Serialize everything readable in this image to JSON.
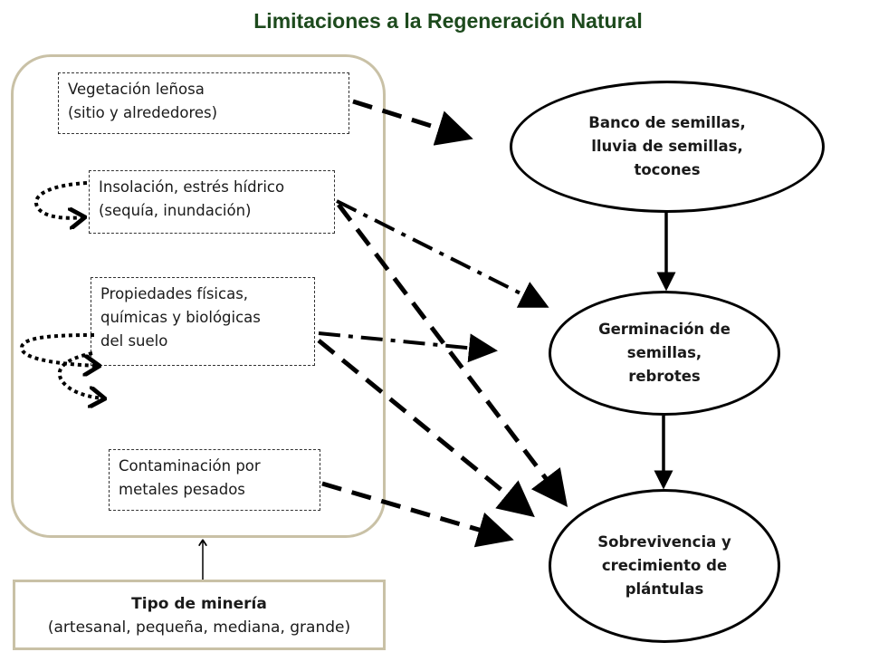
{
  "title": "Limitaciones a la Regeneración Natural",
  "factors": [
    {
      "label": "Vegetación leñosa\n(sitio y alrededores)"
    },
    {
      "label": "Insolación, estrés hídrico\n(sequía, inundación)"
    },
    {
      "label": "Propiedades físicas,\nquímicas y biológicas\ndel suelo"
    },
    {
      "label": "Contaminación por\nmetales pesados"
    }
  ],
  "stages": [
    {
      "label": "Banco de semillas,\nlluvia de semillas,\ntocones"
    },
    {
      "label": "Germinación de\nsemillas,\nrebrotes"
    },
    {
      "label": "Sobrevivencia y\ncrecimiento de\nplántulas"
    }
  ],
  "source": {
    "title": "Tipo de minería",
    "detail": "(artesanal, pequeña, mediana, grande)"
  },
  "colors": {
    "title": "#1d4a1d",
    "frame": "#c9c1a6",
    "arrow": "#000000"
  }
}
